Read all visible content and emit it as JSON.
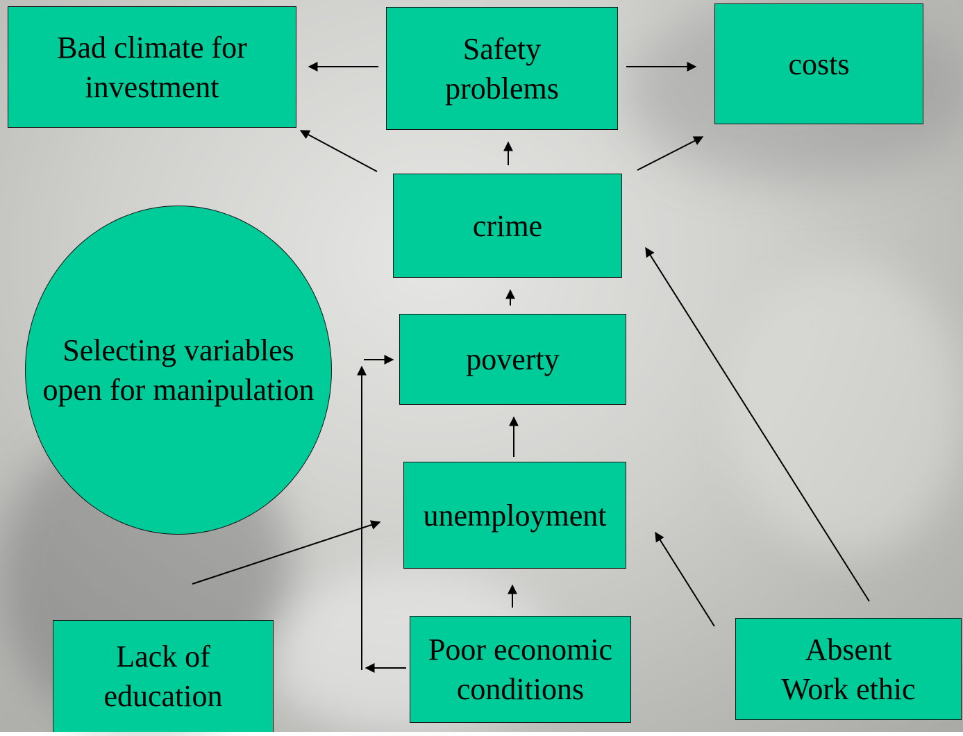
{
  "colors": {
    "box_fill": "#00cc99",
    "line": "#000000"
  },
  "nodes": {
    "bad_climate": "Bad climate for\ninvestment",
    "safety": "Safety\nproblems",
    "costs": "costs",
    "crime": "crime",
    "selecting": "Selecting variables\nopen for manipulation",
    "poverty": "poverty",
    "unemployment": "unemployment",
    "lack_education": "Lack of\neducation",
    "poor_economic": "Poor economic\nconditions",
    "work_ethic": "Absent\nWork ethic"
  }
}
